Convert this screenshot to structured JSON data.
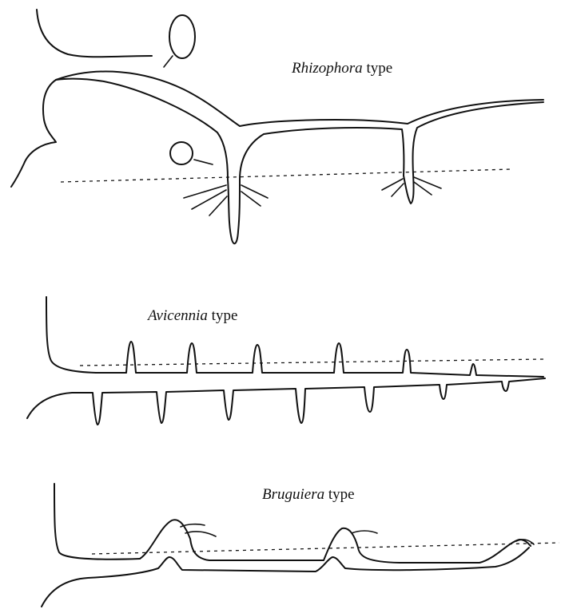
{
  "panels": {
    "rhizophora": {
      "genus": "Rhizophora",
      "suffix": " type"
    },
    "avicennia": {
      "genus": "Avicennia",
      "suffix": " type"
    },
    "bruguiera": {
      "genus": "Bruguiera",
      "suffix": " type"
    }
  }
}
